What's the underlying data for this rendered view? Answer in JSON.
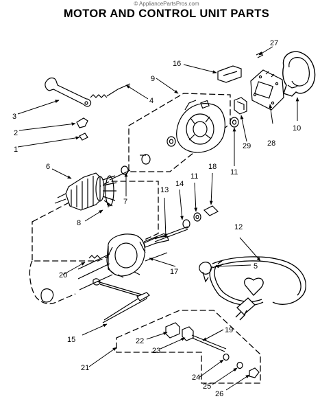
{
  "watermark": "© AppliancePartsPros.com",
  "title": "MOTOR AND CONTROL UNIT PARTS",
  "callouts": [
    "1",
    "2",
    "3",
    "4",
    "5",
    "6",
    "7",
    "8",
    "9",
    "10",
    "11",
    "11",
    "12",
    "13",
    "14",
    "15",
    "16",
    "17",
    "18",
    "19",
    "20",
    "21",
    "22",
    "23",
    "24",
    "25",
    "26",
    "27",
    "28",
    "29"
  ]
}
